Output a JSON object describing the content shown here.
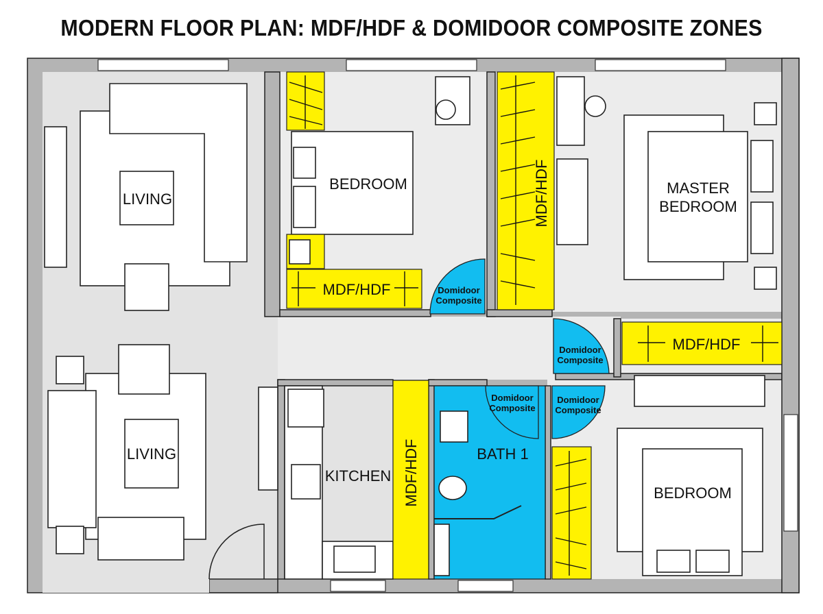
{
  "title": "MODERN FLOOR PLAN: MDF/HDF & DOMIDOOR COMPOSITE ZONES",
  "colors": {
    "mdf_hdf": "#fff200",
    "domidoor": "#12bdf0",
    "wall": "#b4b4b4",
    "floor": "#ececec"
  },
  "rooms": {
    "living_top": "LIVING",
    "living_bottom": "LIVING",
    "bedroom_1": "BEDROOM",
    "master_line1": "MASTER",
    "master_line2": "BEDROOM",
    "kitchen": "KITCHEN",
    "bath": "BATH 1",
    "bedroom_2": "BEDROOM"
  },
  "zones": {
    "mdf_bedroom": "MDF/HDF",
    "mdf_master_vertical": "MDF/HDF",
    "mdf_master_bottom": "MDF/HDF",
    "mdf_kitchen": "MDF/HDF"
  },
  "doors": [
    {
      "line1": "Domidoor",
      "line2": "Composite"
    },
    {
      "line1": "Domidoor",
      "line2": "Composite"
    },
    {
      "line1": "Domidoor",
      "line2": "Composite"
    },
    {
      "line1": "Domidoor",
      "line2": "Composite"
    }
  ]
}
